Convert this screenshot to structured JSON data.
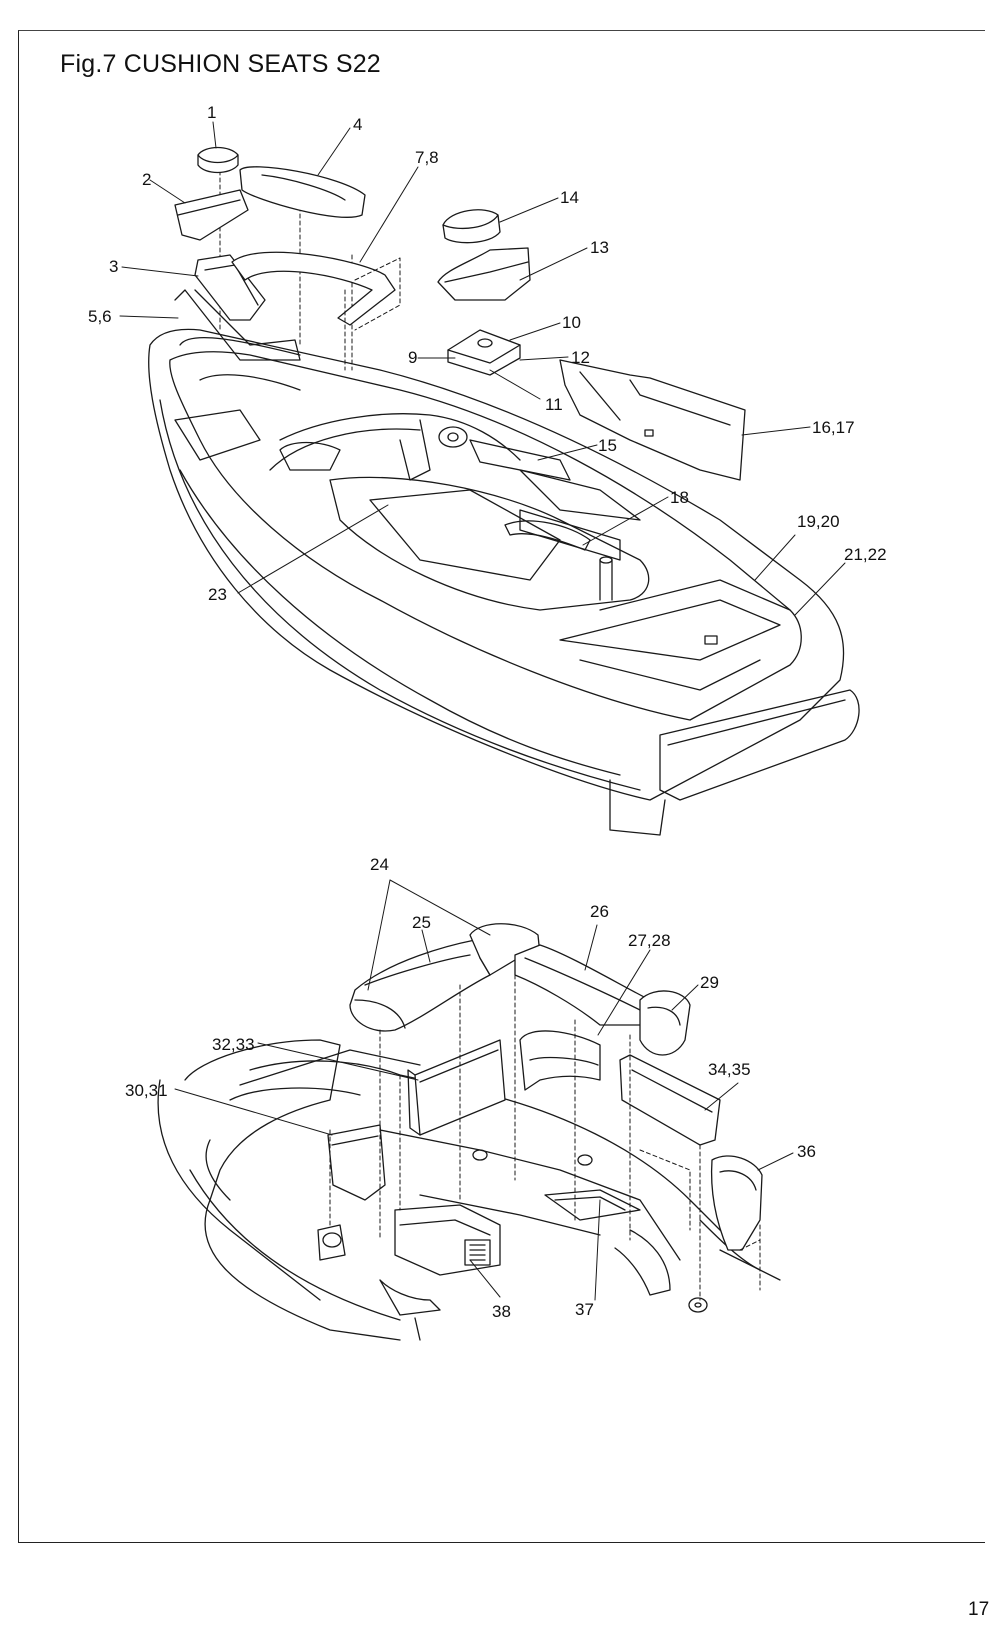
{
  "figure": {
    "title": "Fig.7 CUSHION SEATS S22",
    "page_number": "17"
  },
  "upper_view": {
    "callouts": [
      "1",
      "2",
      "3",
      "4",
      "5,6",
      "7,8",
      "9",
      "10",
      "11",
      "12",
      "13",
      "14",
      "15",
      "16,17",
      "18",
      "19,20",
      "21,22",
      "23"
    ]
  },
  "lower_view": {
    "callouts": [
      "24",
      "25",
      "26",
      "27,28",
      "29",
      "30,31",
      "32,33",
      "34,35",
      "36",
      "37",
      "38"
    ]
  }
}
